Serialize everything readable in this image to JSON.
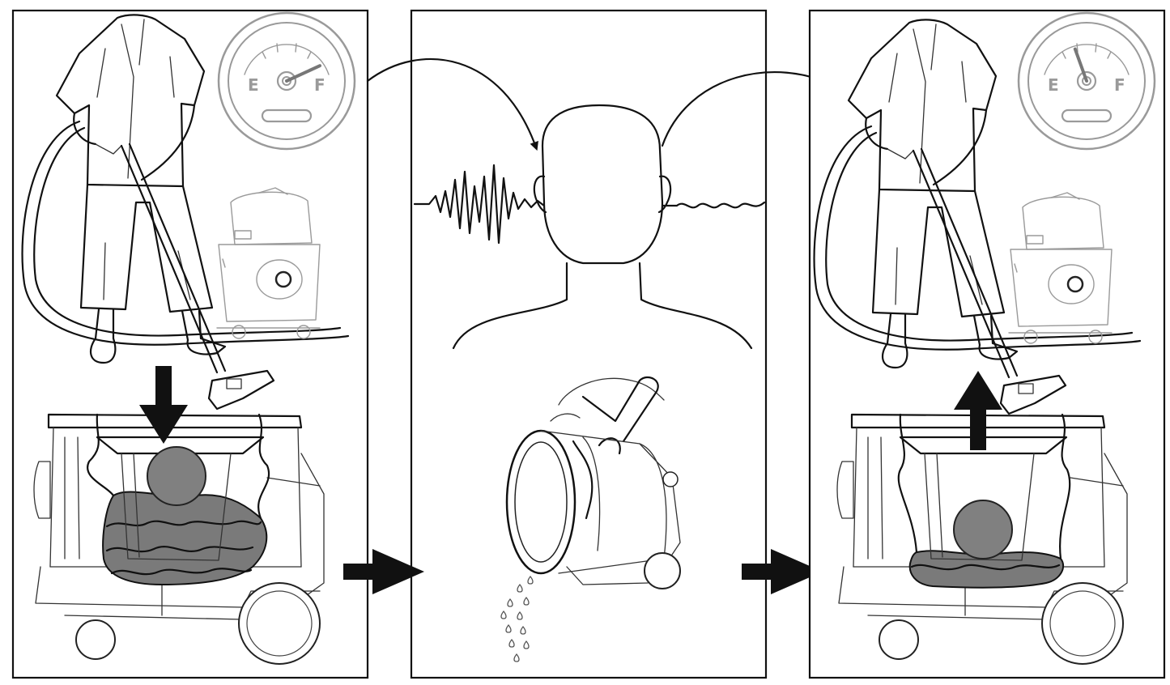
{
  "panels": [
    {
      "id": "full-tank",
      "gauge": {
        "left_label": "E",
        "right_label": "F",
        "level": 0.85
      },
      "arrow_direction": "down"
    },
    {
      "id": "emptying"
    },
    {
      "id": "empty-tank",
      "gauge": {
        "left_label": "E",
        "right_label": "F",
        "level": 0.4
      },
      "arrow_direction": "up"
    }
  ],
  "colors": {
    "water": "#7a7a7a",
    "ball": "#808080",
    "line": "#111111",
    "faded": "#9a9a9a"
  }
}
